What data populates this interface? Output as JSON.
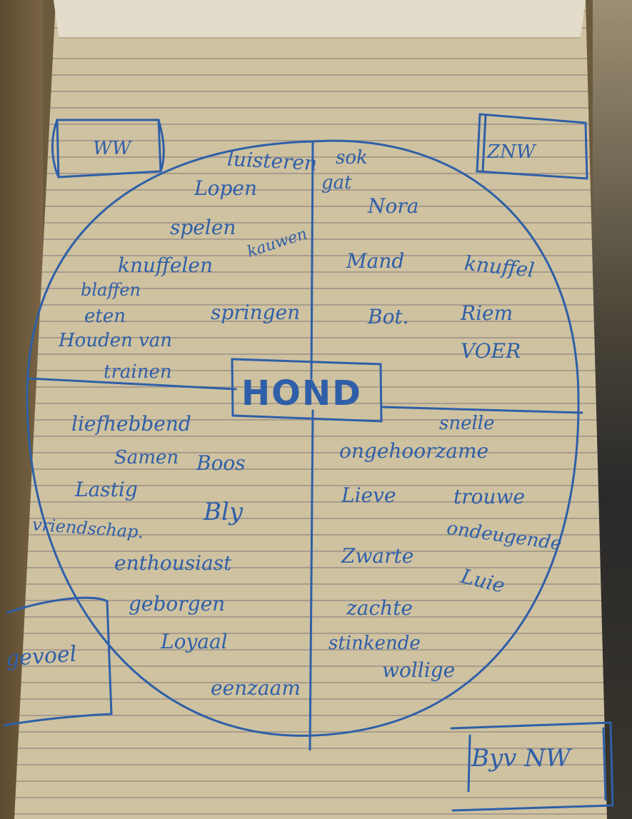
{
  "diagram": {
    "center": "HOND",
    "quadrants": {
      "top_left": {
        "label": "WW",
        "words": [
          "luisteren",
          "Lopen",
          "spelen",
          "kauwen",
          "knuffelen",
          "blaffen",
          "eten",
          "Houden van",
          "springen",
          "trainen"
        ]
      },
      "top_right": {
        "label": "ZNW",
        "words": [
          "sok",
          "gat",
          "Nora",
          "Mand",
          "knuffel",
          "Bot.",
          "Riem",
          "VOER"
        ]
      },
      "bottom_left": {
        "label": "gevoel",
        "words": [
          "liefhebbend",
          "Samen",
          "Boos",
          "Lastig",
          "Bly",
          "vriendschap.",
          "enthousiast",
          "geborgen",
          "Loyaal",
          "eenzaam"
        ]
      },
      "bottom_right": {
        "label": "Byv NW",
        "words": [
          "snelle",
          "ongehoorzame",
          "Lieve",
          "trouwe",
          "ondeugende",
          "Zwarte",
          "Luie",
          "zachte",
          "stinkende",
          "wollige"
        ]
      }
    }
  },
  "colors": {
    "ink": "#2f5fa8",
    "paper": "#cfc2a0",
    "ruling": "#5f556e"
  }
}
